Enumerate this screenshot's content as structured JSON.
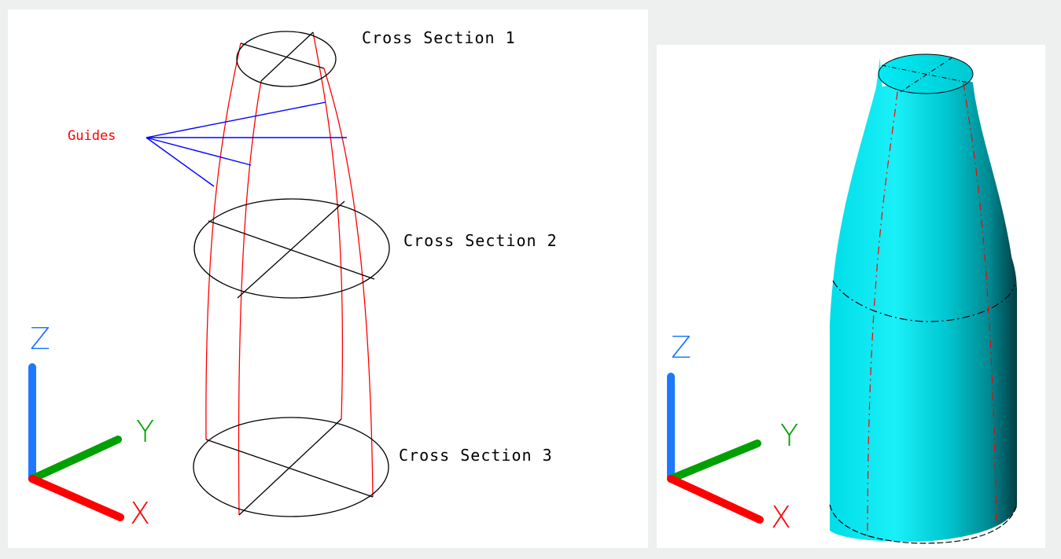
{
  "left_panel": {
    "labels": {
      "cross_section_1": "Cross Section 1",
      "cross_section_2": "Cross Section 2",
      "cross_section_3": "Cross Section 3",
      "guides": "Guides"
    },
    "axes": {
      "z": "Z",
      "y": "Y",
      "x": "X"
    }
  },
  "right_panel": {
    "axes": {
      "z": "Z",
      "y": "Y",
      "x": "X"
    }
  },
  "colors": {
    "guide_label": "#ff0000",
    "guide_pointer": "#0000ff",
    "guide_curve": "#ff0000",
    "section_outline": "#000000",
    "axis_x": "#ff0000",
    "axis_y": "#00a000",
    "axis_z": "#1e78ff",
    "solid_fill": "#00e5f0"
  }
}
